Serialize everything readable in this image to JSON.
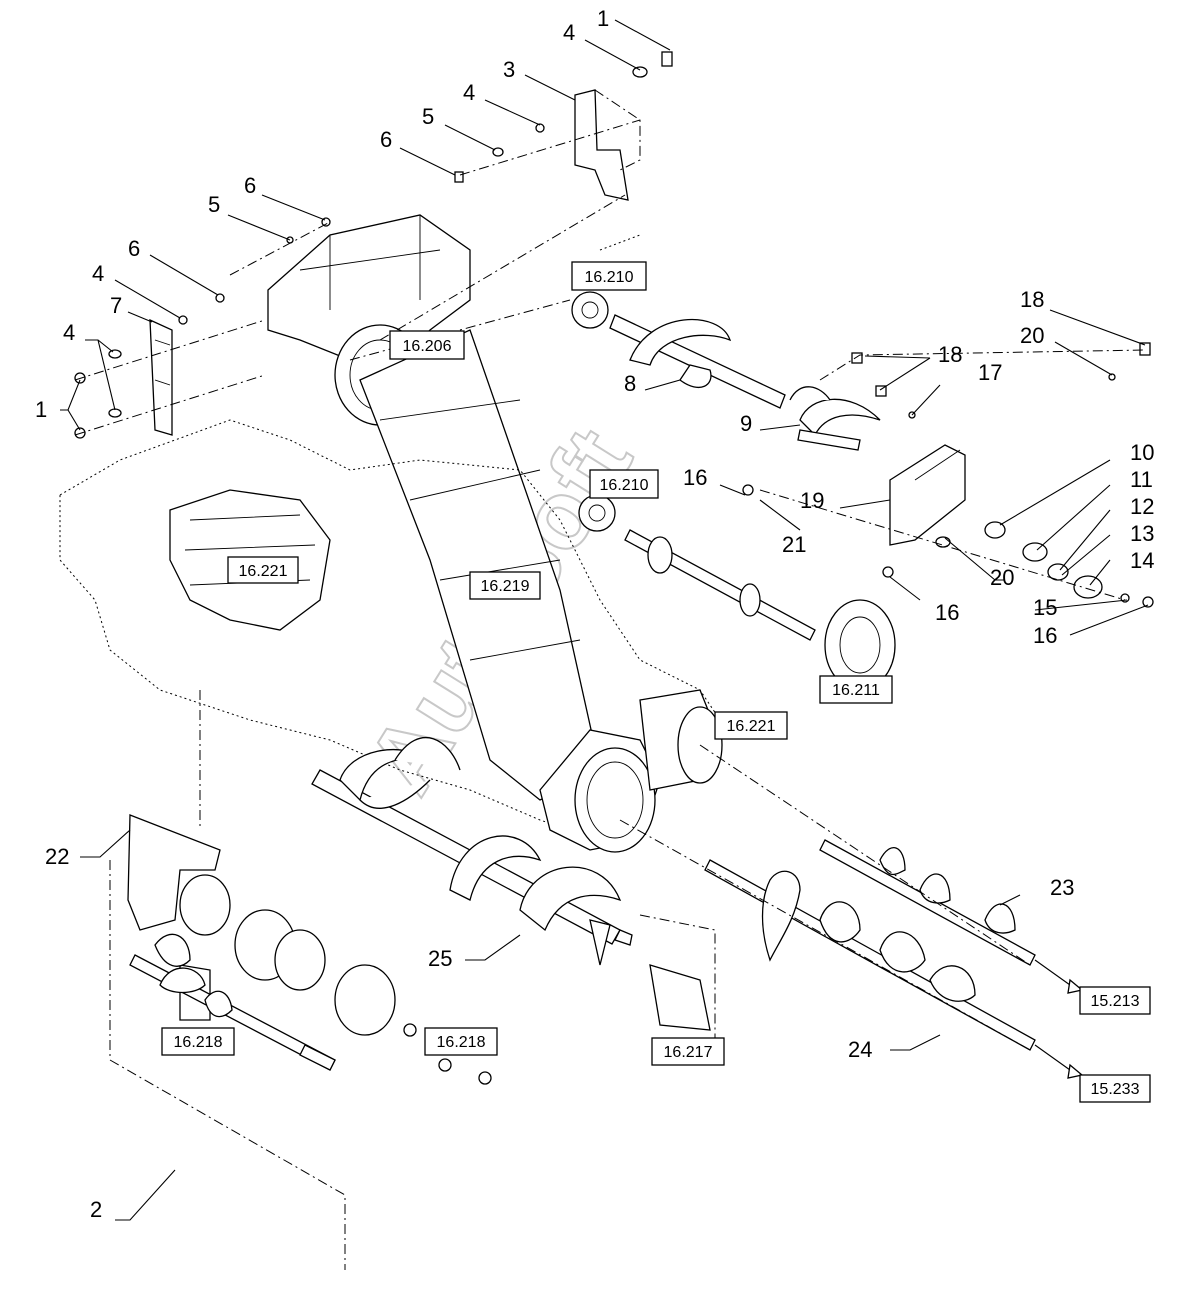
{
  "watermark": "AutoSoft",
  "callouts": {
    "c1a": "1",
    "c4a": "4",
    "c3": "3",
    "c4b": "4",
    "c5a": "5",
    "c6a": "6",
    "c6b": "6",
    "c5b": "5",
    "c6c": "6",
    "c4c": "4",
    "c7": "7",
    "c4d": "4",
    "c1b": "1",
    "c8": "8",
    "c9": "9",
    "c16a": "16",
    "c21": "21",
    "c18a": "18",
    "c20a": "20",
    "c18b": "18",
    "c17": "17",
    "c19": "19",
    "c10": "10",
    "c11": "11",
    "c12": "12",
    "c13": "13",
    "c14": "14",
    "c20b": "20",
    "c16b": "16",
    "c15": "15",
    "c16c": "16",
    "c22": "22",
    "c25": "25",
    "c23": "23",
    "c24": "24",
    "c2": "2"
  },
  "refs": {
    "r16_210a": "16.210",
    "r16_206": "16.206",
    "r16_210b": "16.210",
    "r16_221a": "16.221",
    "r16_219": "16.219",
    "r16_211": "16.211",
    "r16_221b": "16.221",
    "r16_218a": "16.218",
    "r16_218b": "16.218",
    "r16_217": "16.217",
    "r15_213": "15.213",
    "r15_233": "15.233"
  }
}
